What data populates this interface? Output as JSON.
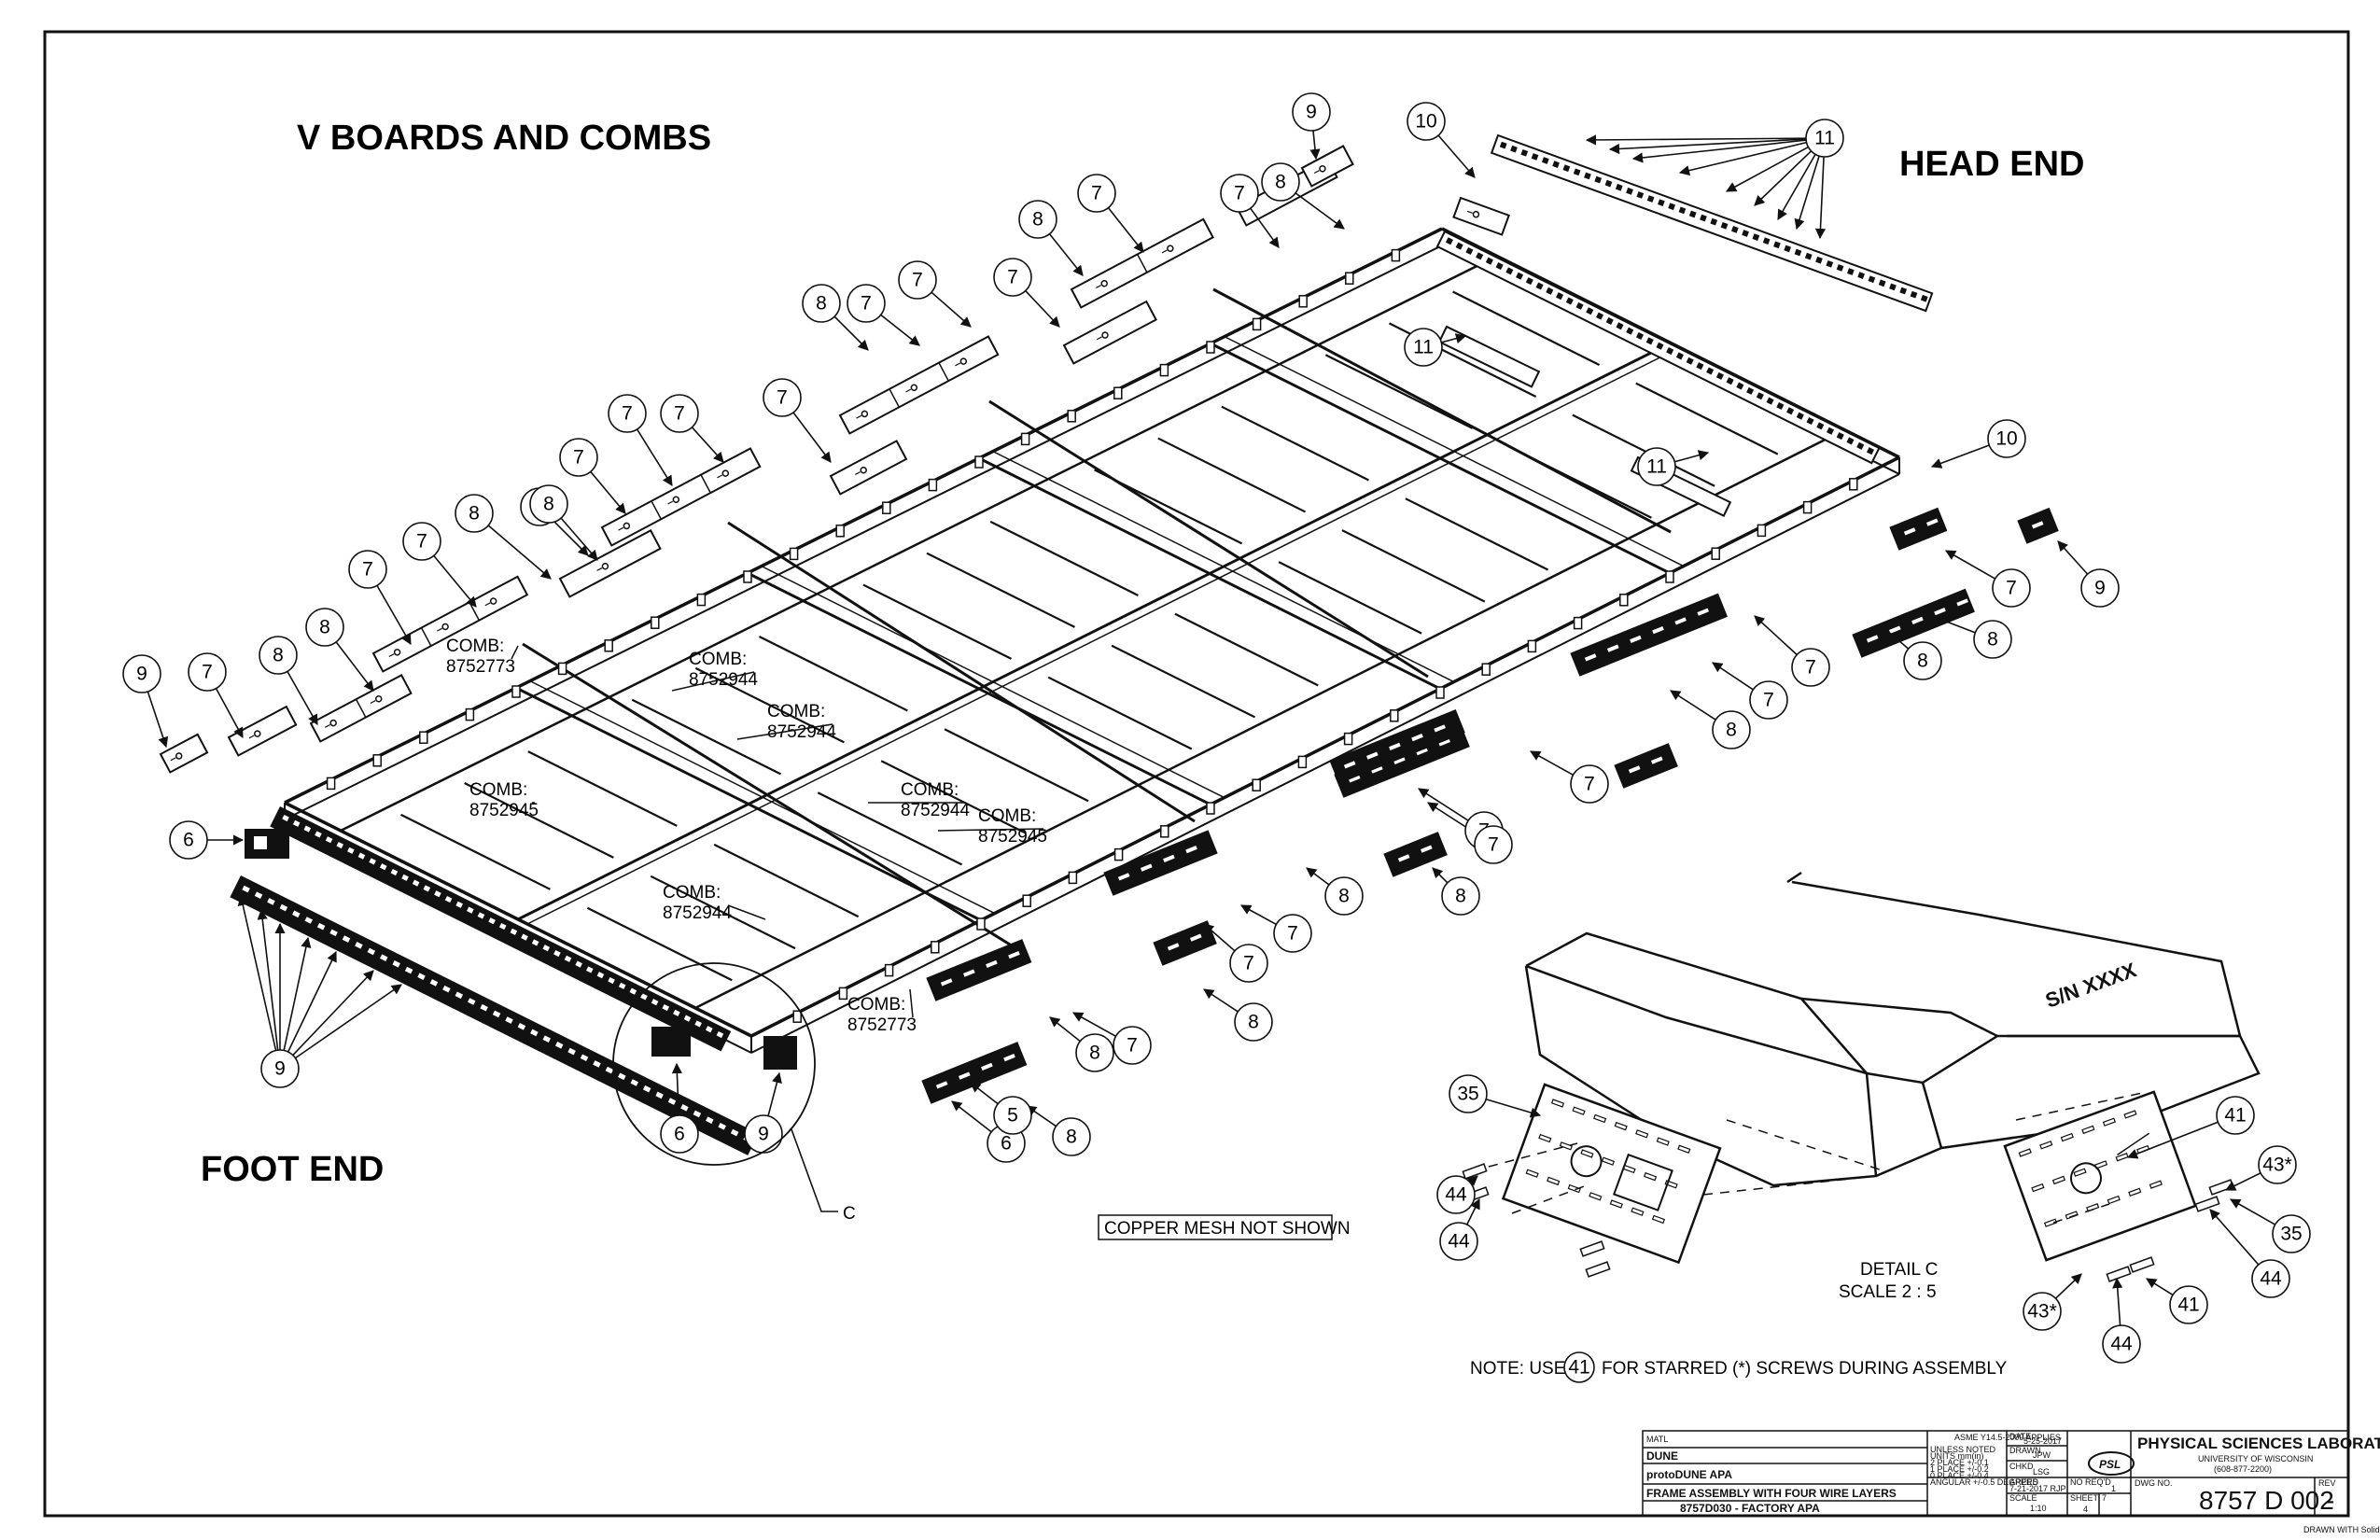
{
  "headings": {
    "main": "V BOARDS AND COMBS",
    "head_end": "HEAD END",
    "foot_end": "FOOT END"
  },
  "comb_labels": [
    "COMB:\n8752773",
    "COMB:\n8752944",
    "COMB:\n8752944",
    "COMB:\n8752945",
    "COMB:\n8752944",
    "COMB:\n8752945",
    "COMB:\n8752944",
    "COMB:\n8752773"
  ],
  "balloons": [
    "9",
    "7",
    "8",
    "8",
    "7",
    "7",
    "8",
    "7",
    "7",
    "7",
    "8",
    "7",
    "7",
    "8",
    "7",
    "7",
    "7",
    "8",
    "7",
    "7",
    "8",
    "9",
    "10",
    "11",
    "11",
    "11",
    "10",
    "9",
    "7",
    "8",
    "8",
    "7",
    "7",
    "8",
    "7",
    "7",
    "8",
    "7",
    "8",
    "7",
    "7",
    "8",
    "7",
    "8",
    "8",
    "6",
    "5",
    "6",
    "9",
    "6",
    "9",
    "35",
    "41",
    "43*",
    "35",
    "41",
    "43*",
    "44",
    "44",
    "44",
    "44"
  ],
  "notes": {
    "copper": "COPPER MESH NOT SHOWN",
    "detail_c": "DETAIL C",
    "scale": "SCALE 2 : 5",
    "detail_marker": "C",
    "assembly_note_pre": "NOTE:  USE",
    "assembly_note_num": "41",
    "assembly_note_post": "FOR STARRED (*) SCREWS DURING ASSEMBLY",
    "serial": "S/N XXXX"
  },
  "title_block": {
    "matl": "MATL",
    "project": "DUNE",
    "subproject": "protoDUNE APA",
    "description": "FRAME ASSEMBLY WITH FOUR WIRE LAYERS",
    "next_assy": "8757D030 - FACTORY APA",
    "standard": "ASME Y14.5-2009 APPLIES",
    "date_label": "DATE",
    "date": "5-25-2017",
    "drawn_label": "DRAWN",
    "drawn": "JPW",
    "chkd_label": "CHKD",
    "chkd": "LSG",
    "apprd_label": "APPRD",
    "apprd": "7-21-2017 RJP",
    "scale_label": "SCALE",
    "scale": "1:10",
    "sheet_label": "SHEET",
    "sheet": "4",
    "of": "7",
    "tolerances": [
      "UNLESS NOTED",
      "UNITS    mm(in)",
      "2 PLACE  +/-0.1",
      "1 PLACE  +/-0.2",
      "0 PLACE  +/-0.4",
      "ANGULAR  +/-0.5 DEGREES"
    ],
    "no_req_label": "NO REQ'D",
    "no_req": "1",
    "dwg_no_label": "DWG NO.",
    "dwg_no": "8757 D 002",
    "rev_label": "REV",
    "rev": "-",
    "lab": "PHYSICAL SCIENCES LABORATORY",
    "university": "UNIVERSITY OF WISCONSIN",
    "phone": "(608-877-2200)",
    "logo": "PSL",
    "drawn_with": "DRAWN WITH SolidWorks"
  }
}
